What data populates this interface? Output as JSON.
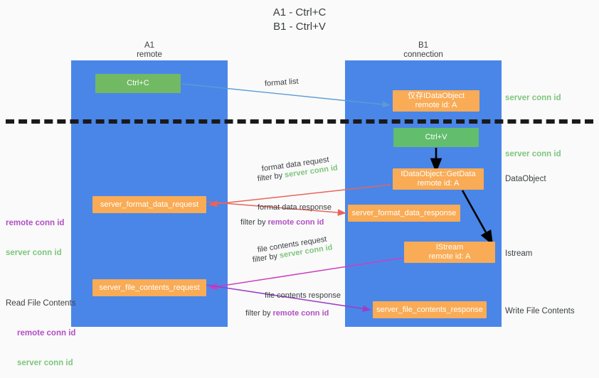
{
  "title": "A1 - Ctrl+C\nB1 - Ctrl+V",
  "columns": {
    "left": {
      "name": "A1",
      "role": "remote",
      "header": "A1\nremote"
    },
    "right": {
      "name": "B1",
      "role": "connection",
      "header": "B1\nconnection"
    }
  },
  "colors": {
    "lane": "#4a86e8",
    "box_orange": "#f9ab55",
    "box_green": "#72b964",
    "text_green": "#7dc67d",
    "text_purple": "#b14fc4",
    "arrow_blue": "#5b9bd5",
    "arrow_red": "#e8645a",
    "arrow_magenta": "#cc3fbe",
    "arrow_purple": "#9b3fc4",
    "arrow_black": "#000000",
    "background": "#fafafa",
    "dashed_line": "#1a1a1a"
  },
  "boxes": {
    "ctrl_c": {
      "label": "Ctrl+C",
      "style": "green"
    },
    "ctrl_v": {
      "label": "Ctrl+V",
      "style": "green"
    },
    "idataobject": {
      "line1": "仅存IDataObject",
      "line2": "remote id: A",
      "style": "orange"
    },
    "getdata": {
      "line1": "IDataObject::GetData",
      "line2": "remote id: A",
      "style": "orange"
    },
    "istream": {
      "line1": "IStream",
      "line2": "remote id: A",
      "style": "orange"
    },
    "server_format_data_request": {
      "label": "server_format_data_request",
      "style": "orange"
    },
    "server_format_data_response": {
      "label": "server_format_data_response",
      "style": "orange"
    },
    "server_file_contents_request": {
      "label": "server_file_contents_request",
      "style": "orange"
    },
    "server_file_contents_response": {
      "label": "server_file_contents_response",
      "style": "orange"
    }
  },
  "captions": {
    "format_list": "format list",
    "format_data_request": "format data request",
    "filter_by": "filter by ",
    "server_conn_id": "server conn id",
    "remote_conn_id": "remote conn id",
    "format_data_response": "format data response",
    "file_contents_request": "file contents request",
    "file_contents_response": "file contents response"
  },
  "annotations": {
    "right": [
      {
        "text": "server conn id",
        "color": "green"
      },
      {
        "text": "server conn id",
        "color": "green"
      },
      {
        "text": "DataObject",
        "color": "plain"
      },
      {
        "text": "Istream",
        "color": "plain"
      },
      {
        "text": "Write File Contents",
        "color": "plain"
      }
    ],
    "left": {
      "pair1": {
        "remote": "remote conn id",
        "server": "server conn id"
      },
      "read_file_contents": "Read File Contents",
      "pair2": {
        "remote": "remote conn id",
        "server": "server conn id"
      }
    }
  }
}
